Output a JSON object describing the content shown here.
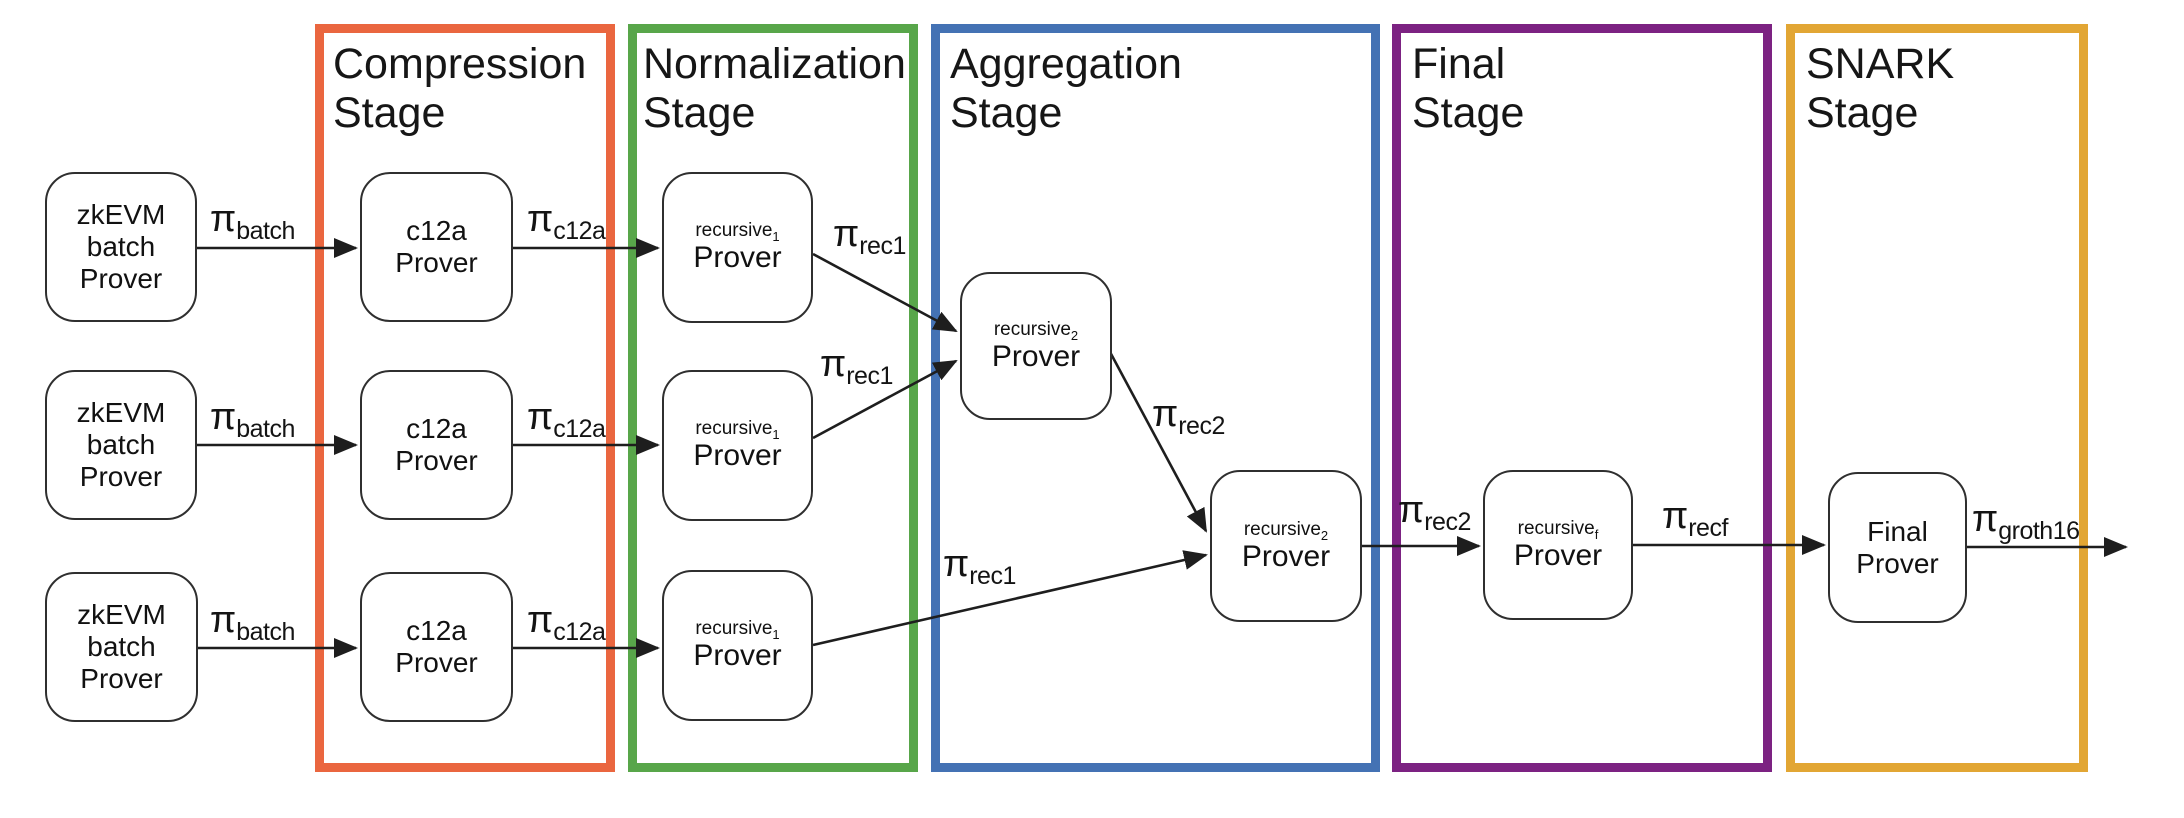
{
  "figure": {
    "background": "#ffffff",
    "description_colors": {
      "compression_border": "#ea663f",
      "normalization_border": "#58a64a",
      "aggregation_border": "#4472b4",
      "final_border": "#7c2282",
      "snark_border": "#e2a634",
      "node_border": "#2f2f2f",
      "arrow": "#1e1e1e",
      "text": "#151515"
    }
  },
  "stages": {
    "compression": {
      "title": "Compression\nStage",
      "color": "#ea663f"
    },
    "normalization": {
      "title": "Normalization\nStage",
      "color": "#58a64a"
    },
    "aggregation": {
      "title": "Aggregation\nStage",
      "color": "#4472b4"
    },
    "final": {
      "title": "Final\nStage",
      "color": "#7c2282"
    },
    "snark": {
      "title": "SNARK\nStage",
      "color": "#e2a634"
    }
  },
  "nodes": {
    "zkevm1": {
      "label": "zkEVM\nbatch\nProver"
    },
    "zkevm2": {
      "label": "zkEVM\nbatch\nProver"
    },
    "zkevm3": {
      "label": "zkEVM\nbatch\nProver"
    },
    "c12a1": {
      "label": "c12a\nProver"
    },
    "c12a2": {
      "label": "c12a\nProver"
    },
    "c12a3": {
      "label": "c12a\nProver"
    },
    "rec1a": {
      "base": "recursive",
      "sub": "1",
      "line2": "Prover"
    },
    "rec1b": {
      "base": "recursive",
      "sub": "1",
      "line2": "Prover"
    },
    "rec1c": {
      "base": "recursive",
      "sub": "1",
      "line2": "Prover"
    },
    "rec2top": {
      "base": "recursive",
      "sub": "2",
      "line2": "Prover"
    },
    "rec2bot": {
      "base": "recursive",
      "sub": "2",
      "line2": "Prover"
    },
    "recf": {
      "base": "recursive",
      "sub": "f",
      "line2": "Prover"
    },
    "finalprover": {
      "label": "Final\nProver"
    }
  },
  "edgeLabels": {
    "batch1": {
      "pi": "π",
      "sub": "batch"
    },
    "batch2": {
      "pi": "π",
      "sub": "batch"
    },
    "batch3": {
      "pi": "π",
      "sub": "batch"
    },
    "c12a1": {
      "pi": "π",
      "sub": "c12a"
    },
    "c12a2": {
      "pi": "π",
      "sub": "c12a"
    },
    "c12a3": {
      "pi": "π",
      "sub": "c12a"
    },
    "rec1a": {
      "pi": "π",
      "sub": "rec1"
    },
    "rec1b": {
      "pi": "π",
      "sub": "rec1"
    },
    "rec1long": {
      "pi": "π",
      "sub": "rec1"
    },
    "rec2top": {
      "pi": "π",
      "sub": "rec2"
    },
    "rec2bot": {
      "pi": "π",
      "sub": "rec2"
    },
    "recf": {
      "pi": "π",
      "sub": "recf"
    },
    "groth16": {
      "pi": "π",
      "sub": "groth16"
    }
  }
}
